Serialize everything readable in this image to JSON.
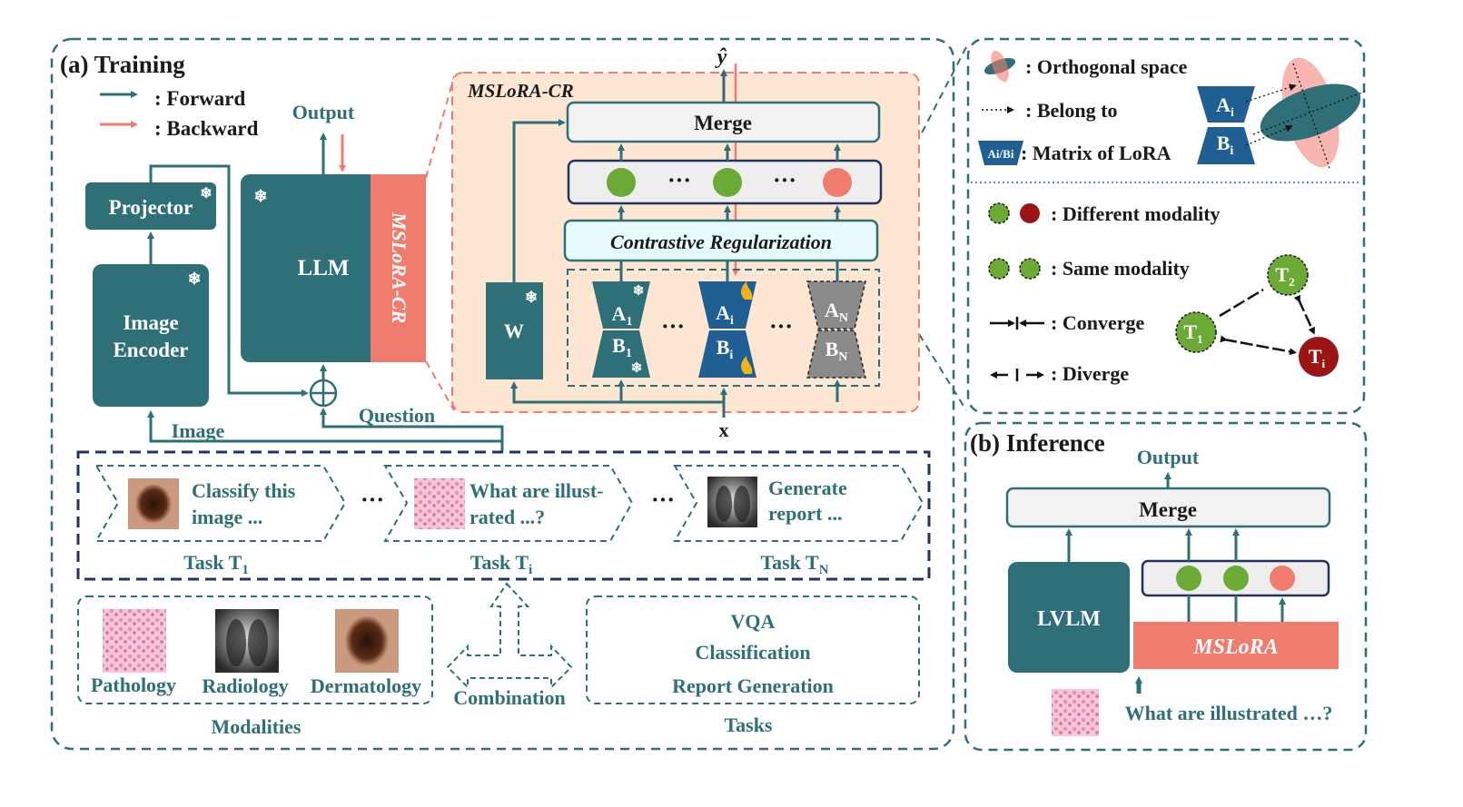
{
  "training": {
    "title": "(a) Training",
    "legend": {
      "forward": ": Forward",
      "backward": ": Backward"
    },
    "projector": "Projector",
    "image_encoder": [
      "Image",
      "Encoder"
    ],
    "llm": "LLM",
    "mslora_cr_side": "MSLoRA-CR",
    "output": "Output",
    "image_label": "Image",
    "question_label": "Question",
    "module": {
      "title": "MSLoRA-CR",
      "y_hat": "ŷ",
      "merge": "Merge",
      "contrastive": "Contrastive Regularization",
      "w": "W",
      "x": "x",
      "dots": "···",
      "a_labels": [
        {
          "base": "A",
          "sub": "1"
        },
        {
          "base": "A",
          "sub": "i"
        },
        {
          "base": "A",
          "sub": "N"
        }
      ],
      "b_labels": [
        {
          "base": "B",
          "sub": "1"
        },
        {
          "base": "B",
          "sub": "i"
        },
        {
          "base": "B",
          "sub": "N"
        }
      ]
    },
    "tasks": [
      {
        "text": [
          "Classify this",
          "image ..."
        ],
        "label_base": "Task T",
        "label_sub": "1"
      },
      {
        "text": [
          "What are illust-",
          "rated ...?"
        ],
        "label_base": "Task T",
        "label_sub": "i"
      },
      {
        "text": [
          "Generate",
          "report ..."
        ],
        "label_base": "Task T",
        "label_sub": "N"
      }
    ],
    "task_dots": "···",
    "modalities": {
      "items": [
        "Pathology",
        "Radiology",
        "Dermatology"
      ],
      "caption": "Modalities"
    },
    "combination": "Combination",
    "task_types": {
      "items": [
        "VQA",
        "Classification",
        "Report Generation"
      ],
      "caption": "Tasks"
    }
  },
  "legend_panel": {
    "orthogonal": ": Orthogonal space",
    "belong": ": Belong to",
    "matrix": ": Matrix of LoRA",
    "matrix_icon": "Ai/Bi",
    "different": ": Different modality",
    "same": ": Same modality",
    "converge": ": Converge",
    "diverge": ": Diverge",
    "ai": {
      "base": "A",
      "sub": "i"
    },
    "bi": {
      "base": "B",
      "sub": "i"
    },
    "t1": {
      "base": "T",
      "sub": "1"
    },
    "t2": {
      "base": "T",
      "sub": "2"
    },
    "ti": {
      "base": "T",
      "sub": "i"
    }
  },
  "inference": {
    "title": "(b) Inference",
    "output": "Output",
    "merge": "Merge",
    "lvlm": "LVLM",
    "mslora": "MSLoRA",
    "question": "What are illustrated …?"
  },
  "colors": {
    "teal": "#2e6f78",
    "salmon": "#f07b6f",
    "peach": "#fde7d3",
    "green": "#6aaa35",
    "darkred": "#9b1515",
    "blue": "#1f5f93",
    "gray": "#8a8a8a",
    "cyan": "#e7fbfd"
  }
}
